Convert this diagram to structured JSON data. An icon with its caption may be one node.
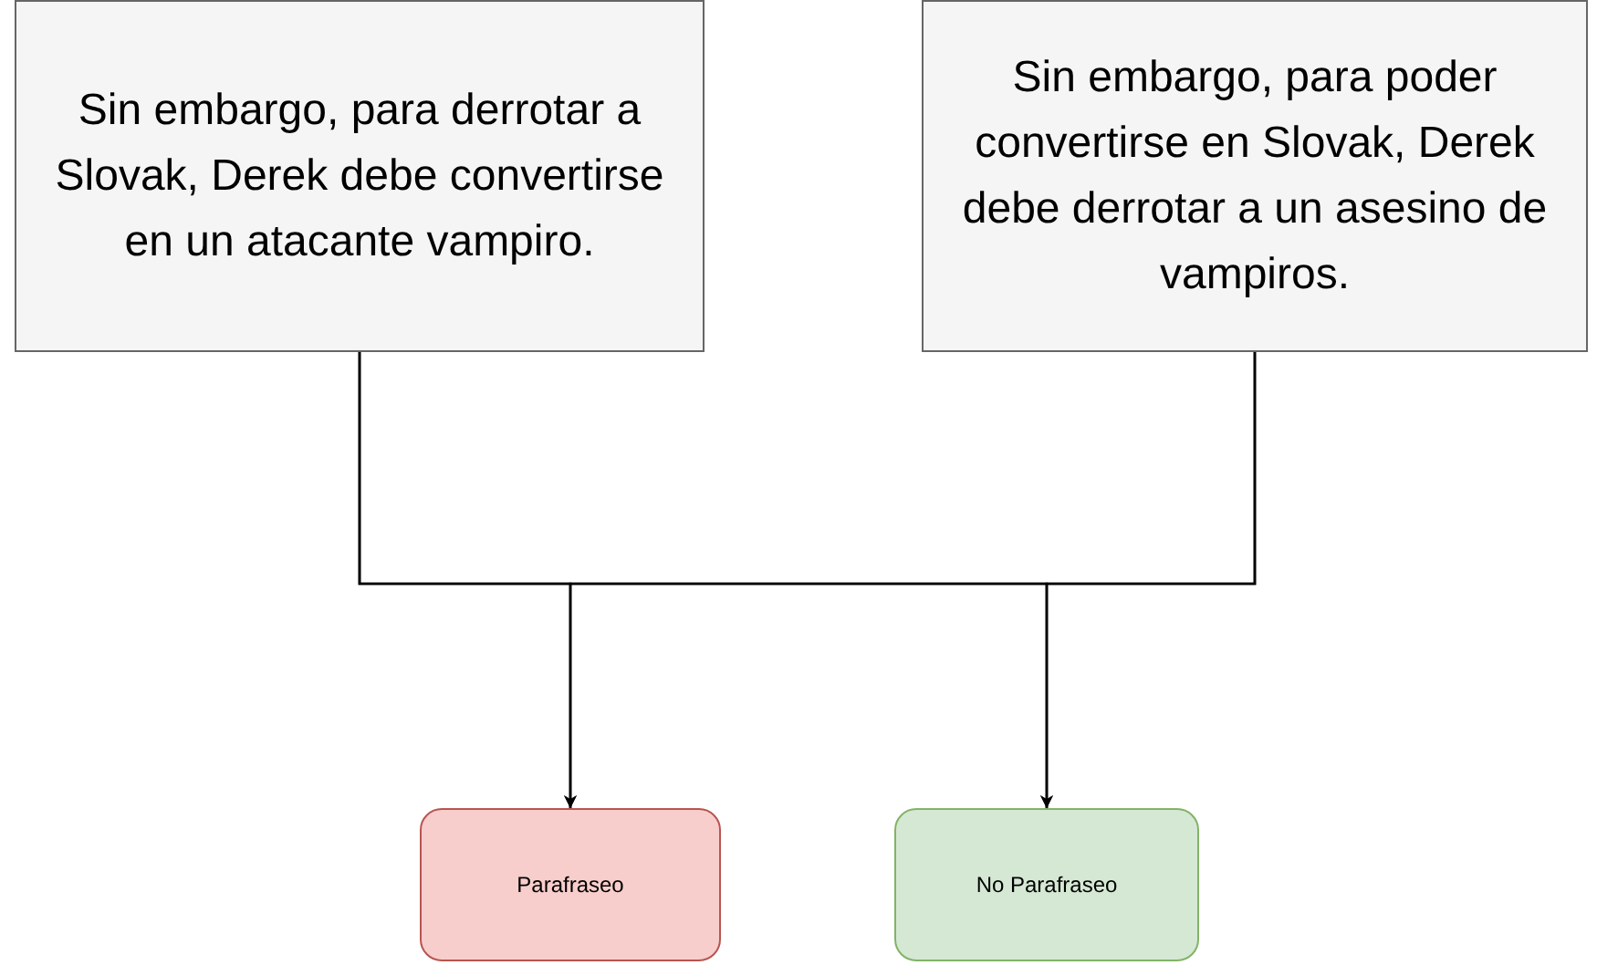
{
  "diagram": {
    "nodes": [
      {
        "text": [
          "Sin embargo, para derrotar a Slovak, Derek debe convertirse en un atacante vampiro."
        ]
      },
      {
        "text": [
          "Sin embargo, para poder convertirse en Slovak, Derek debe derrotar a un asesino de vampiros."
        ]
      },
      {
        "text": [
          "Parafraseo"
        ]
      },
      {
        "text": [
          "No Parafraseo"
        ]
      }
    ],
    "edges": [
      {
        "from": 0,
        "to": 2,
        "arrow": "to"
      },
      {
        "from": 0,
        "to": 3,
        "arrow": "to"
      },
      {
        "from": 1,
        "to": 2,
        "arrow": "to"
      },
      {
        "from": 1,
        "to": 3,
        "arrow": "to"
      }
    ]
  }
}
